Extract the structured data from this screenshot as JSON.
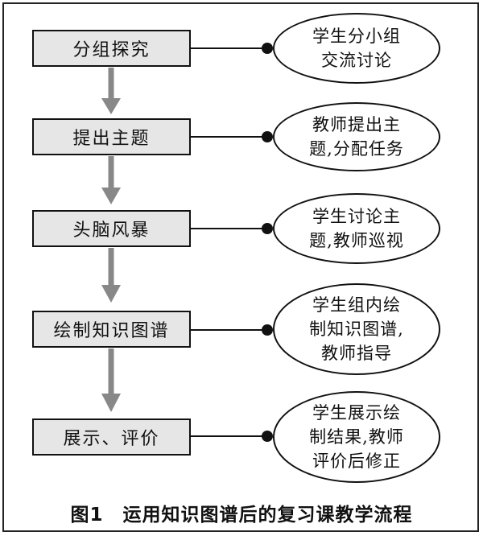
{
  "steps": [
    {
      "label": "分组探究"
    },
    {
      "label": "提出主题"
    },
    {
      "label": "头脑风暴"
    },
    {
      "label": "绘制知识图谱"
    },
    {
      "label": "展示、评价"
    }
  ],
  "notes": [
    {
      "lines": [
        "学生分小组",
        "交流讨论"
      ]
    },
    {
      "lines": [
        "教师提出主",
        "题,分配任务"
      ]
    },
    {
      "lines": [
        "学生讨论主",
        "题,教师巡视"
      ]
    },
    {
      "lines": [
        "学生组内绘",
        "制知识图谱,",
        "教师指导"
      ]
    },
    {
      "lines": [
        "学生展示绘",
        "制结果,教师",
        "评价后修正"
      ]
    }
  ],
  "caption": {
    "number": "图1",
    "text": "运用知识图谱后的复习课教学流程"
  },
  "colors": {
    "box_fill": "#e6e6e6",
    "arrow": "#888888",
    "line": "#111111"
  }
}
